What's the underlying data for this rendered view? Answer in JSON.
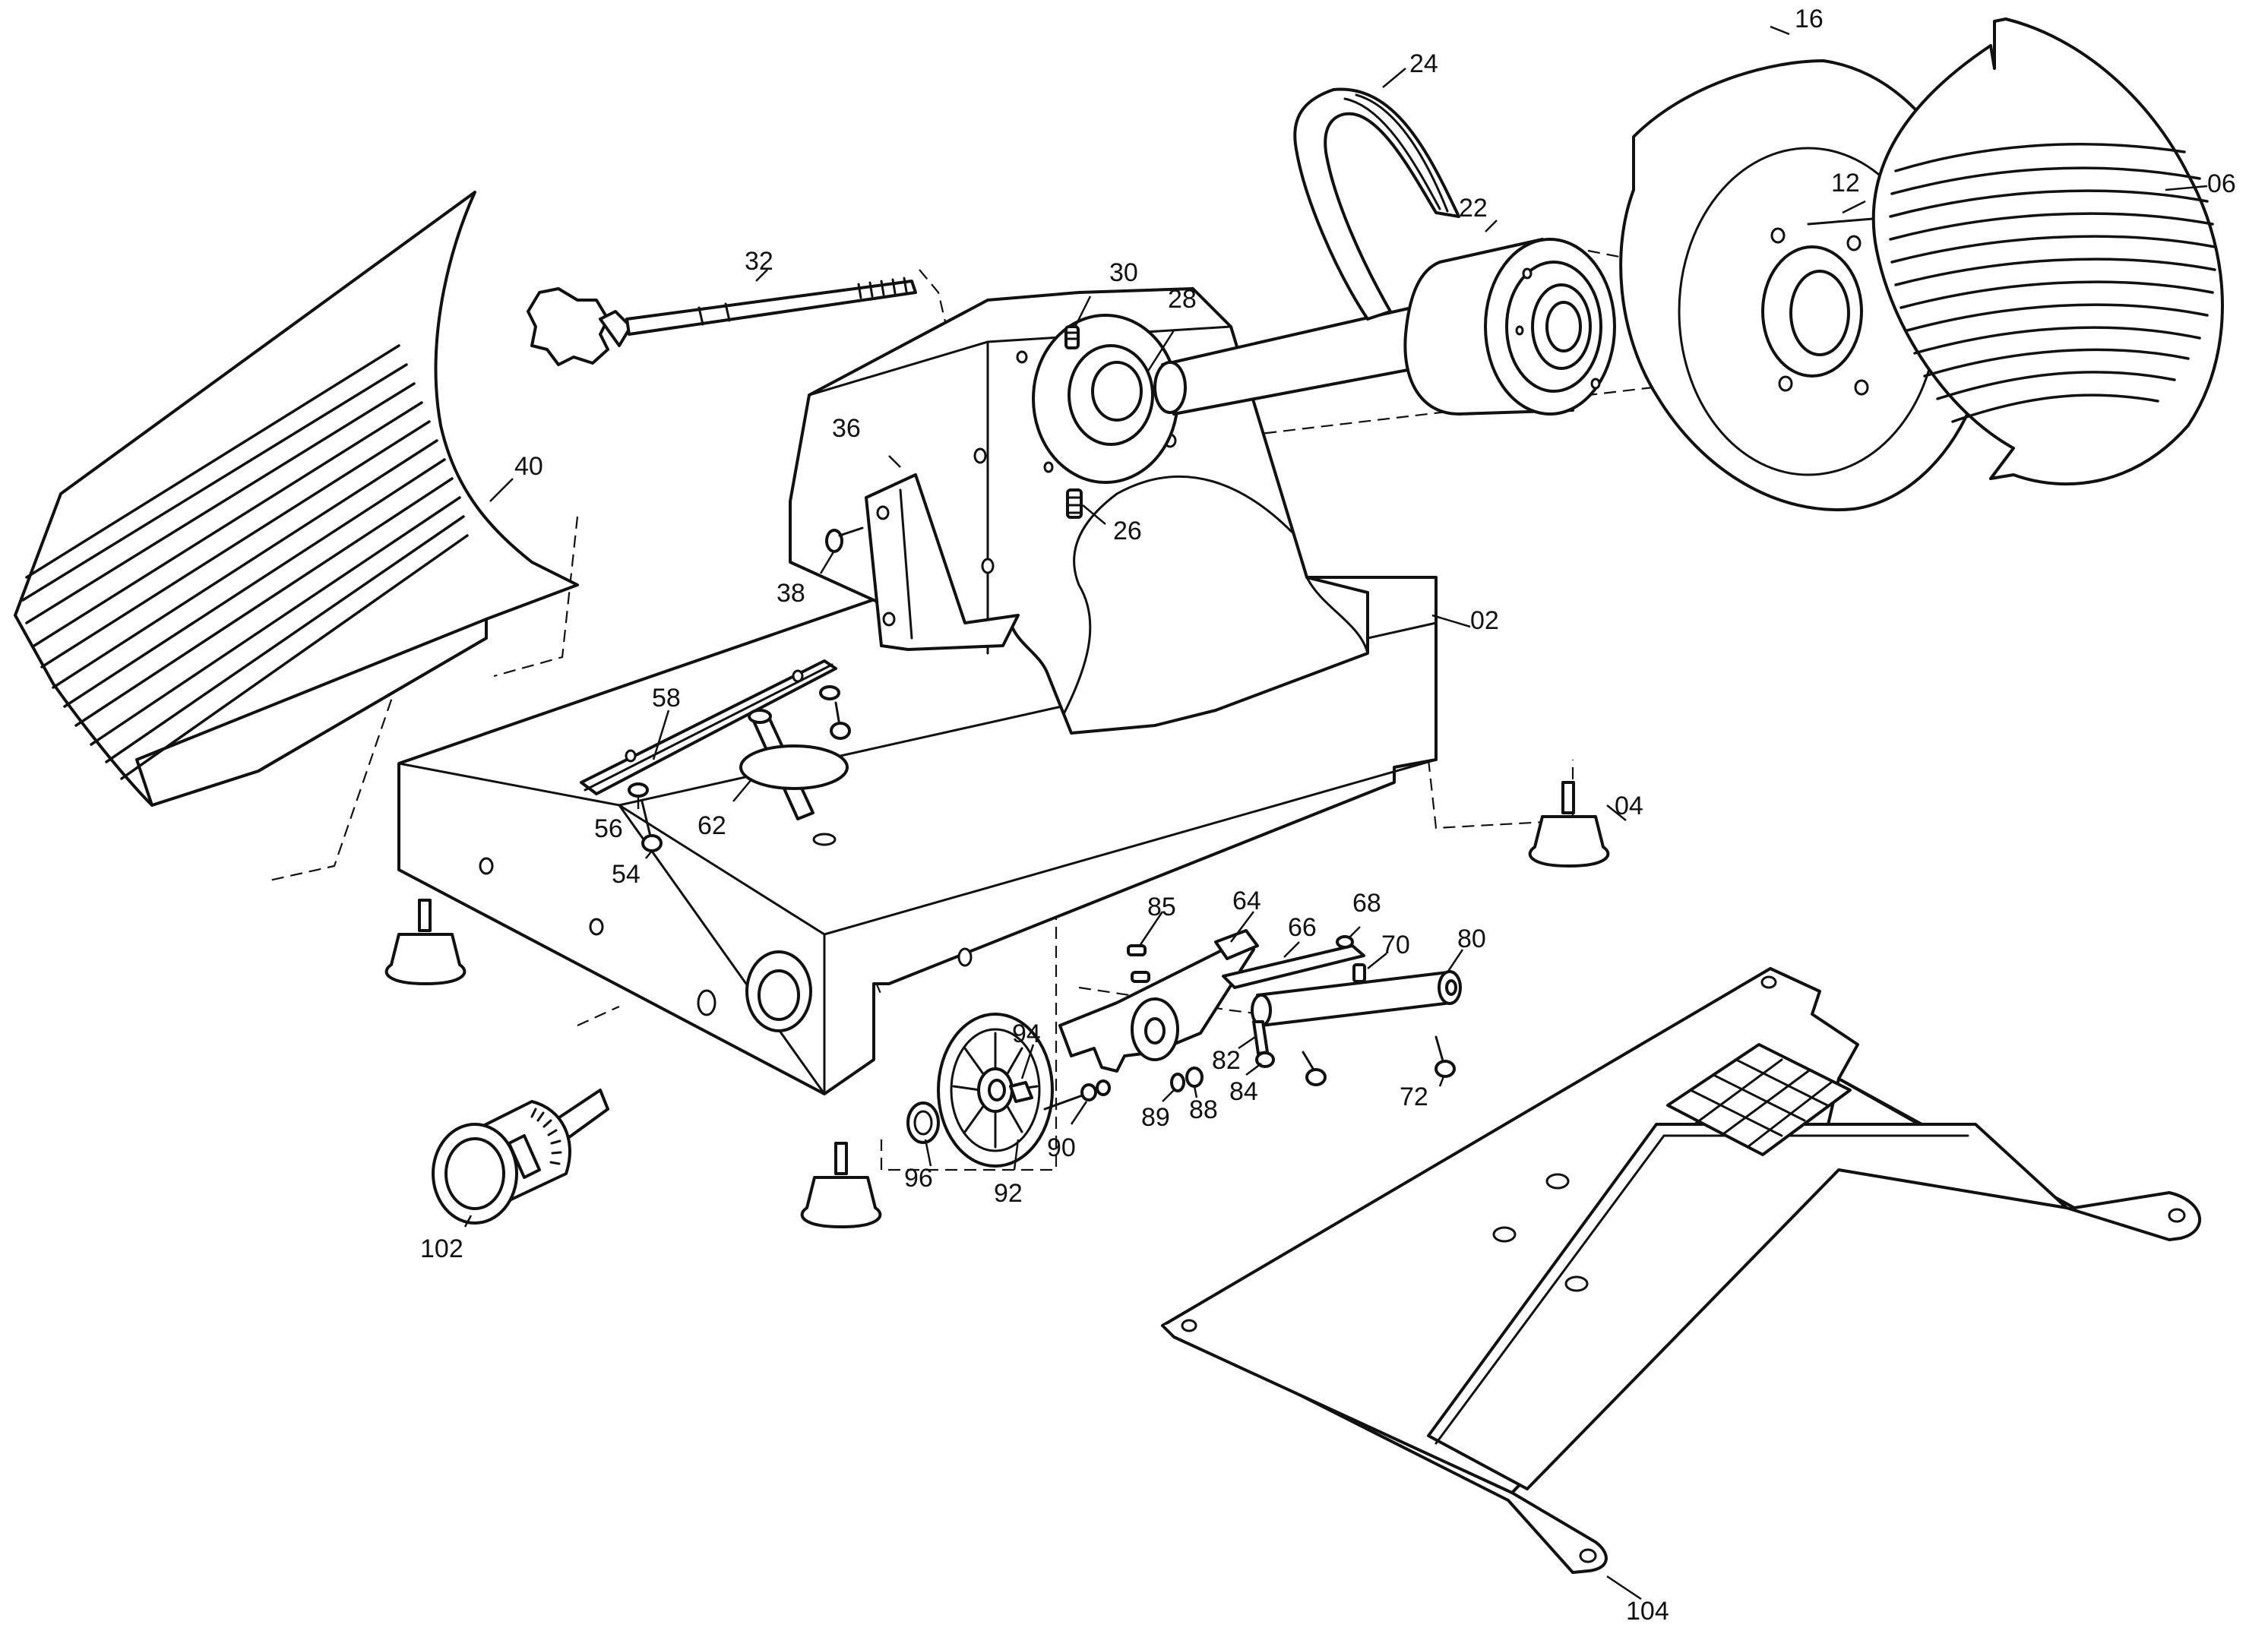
{
  "labels": {
    "p02": "02",
    "p04": "04",
    "p06": "06",
    "p12": "12",
    "p16": "16",
    "p22": "22",
    "p24": "24",
    "p26": "26",
    "p28": "28",
    "p30": "30",
    "p32": "32",
    "p36": "36",
    "p38": "38",
    "p40": "40",
    "p54": "54",
    "p56": "56",
    "p58": "58",
    "p62": "62",
    "p64": "64",
    "p66": "66",
    "p68": "68",
    "p70": "70",
    "p72": "72",
    "p80": "80",
    "p82": "82",
    "p84": "84",
    "p85": "85",
    "p88": "88",
    "p89": "89",
    "p90": "90",
    "p92": "92",
    "p94": "94",
    "p96": "96",
    "p102": "102",
    "p104": "104"
  }
}
